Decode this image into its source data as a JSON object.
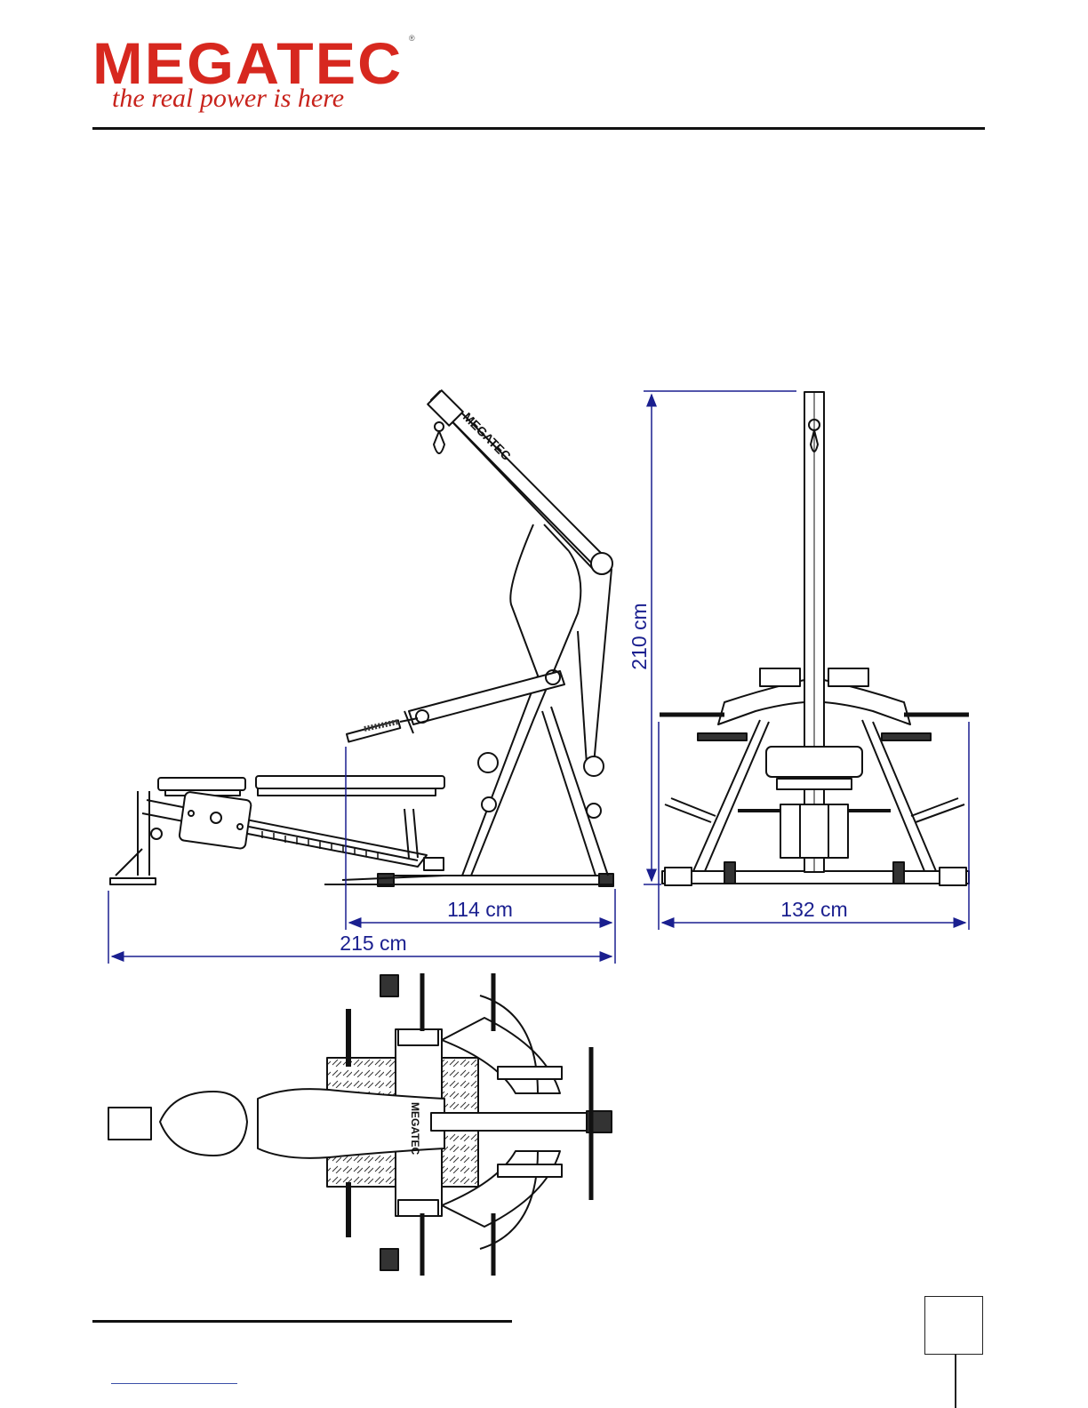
{
  "brand": {
    "name": "MEGATEC",
    "tagline": "the real power is here",
    "registered_mark": "®",
    "colors": {
      "logo": "#d7281f",
      "dimension": "#1a1f8f",
      "line": "#111111"
    }
  },
  "dimensions": {
    "height": "210 cm",
    "width": "132 cm",
    "length_total": "215 cm",
    "length_press": "114 cm"
  },
  "machine_labels": {
    "side_view_decal": "MEGATEC",
    "top_view_decal": "MEGATEC"
  }
}
